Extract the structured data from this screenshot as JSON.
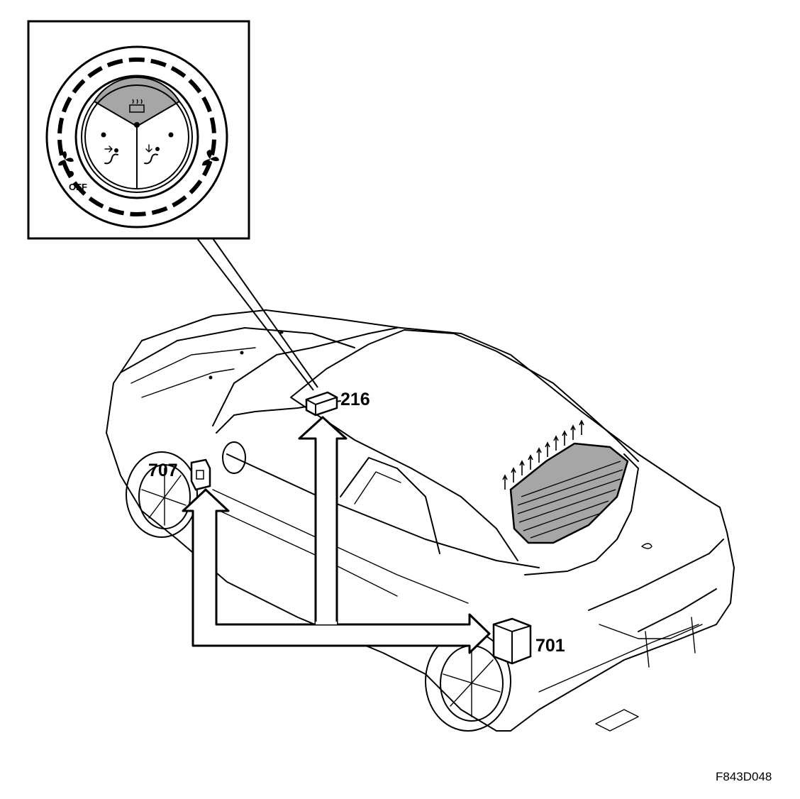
{
  "control_panel": {
    "off_label": "OFF",
    "icons": [
      "fan-low-icon",
      "fan-high-icon",
      "rear-window-defroster-icon",
      "air-to-face-icon",
      "air-to-floor-icon"
    ]
  },
  "components": [
    {
      "id": "216",
      "label": "216"
    },
    {
      "id": "707",
      "label": "707"
    },
    {
      "id": "701",
      "label": "701"
    }
  ],
  "figure_code": "F843D048",
  "colors": {
    "line": "#000000",
    "highlight": "#a6a6a6",
    "background": "#ffffff"
  }
}
